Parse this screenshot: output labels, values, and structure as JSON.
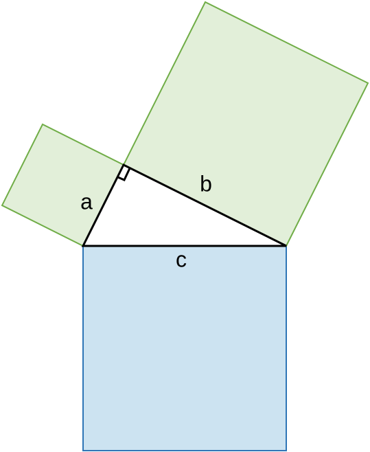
{
  "labels": {
    "a": "a",
    "b": "b",
    "c": "c"
  },
  "colors": {
    "leg_square_fill": "#e2efd9",
    "leg_square_stroke": "#70ad47",
    "hypotenuse_square_fill": "#cce3f1",
    "hypotenuse_square_stroke": "#2e75b6",
    "triangle_stroke": "#000000",
    "background": "#ffffff"
  }
}
